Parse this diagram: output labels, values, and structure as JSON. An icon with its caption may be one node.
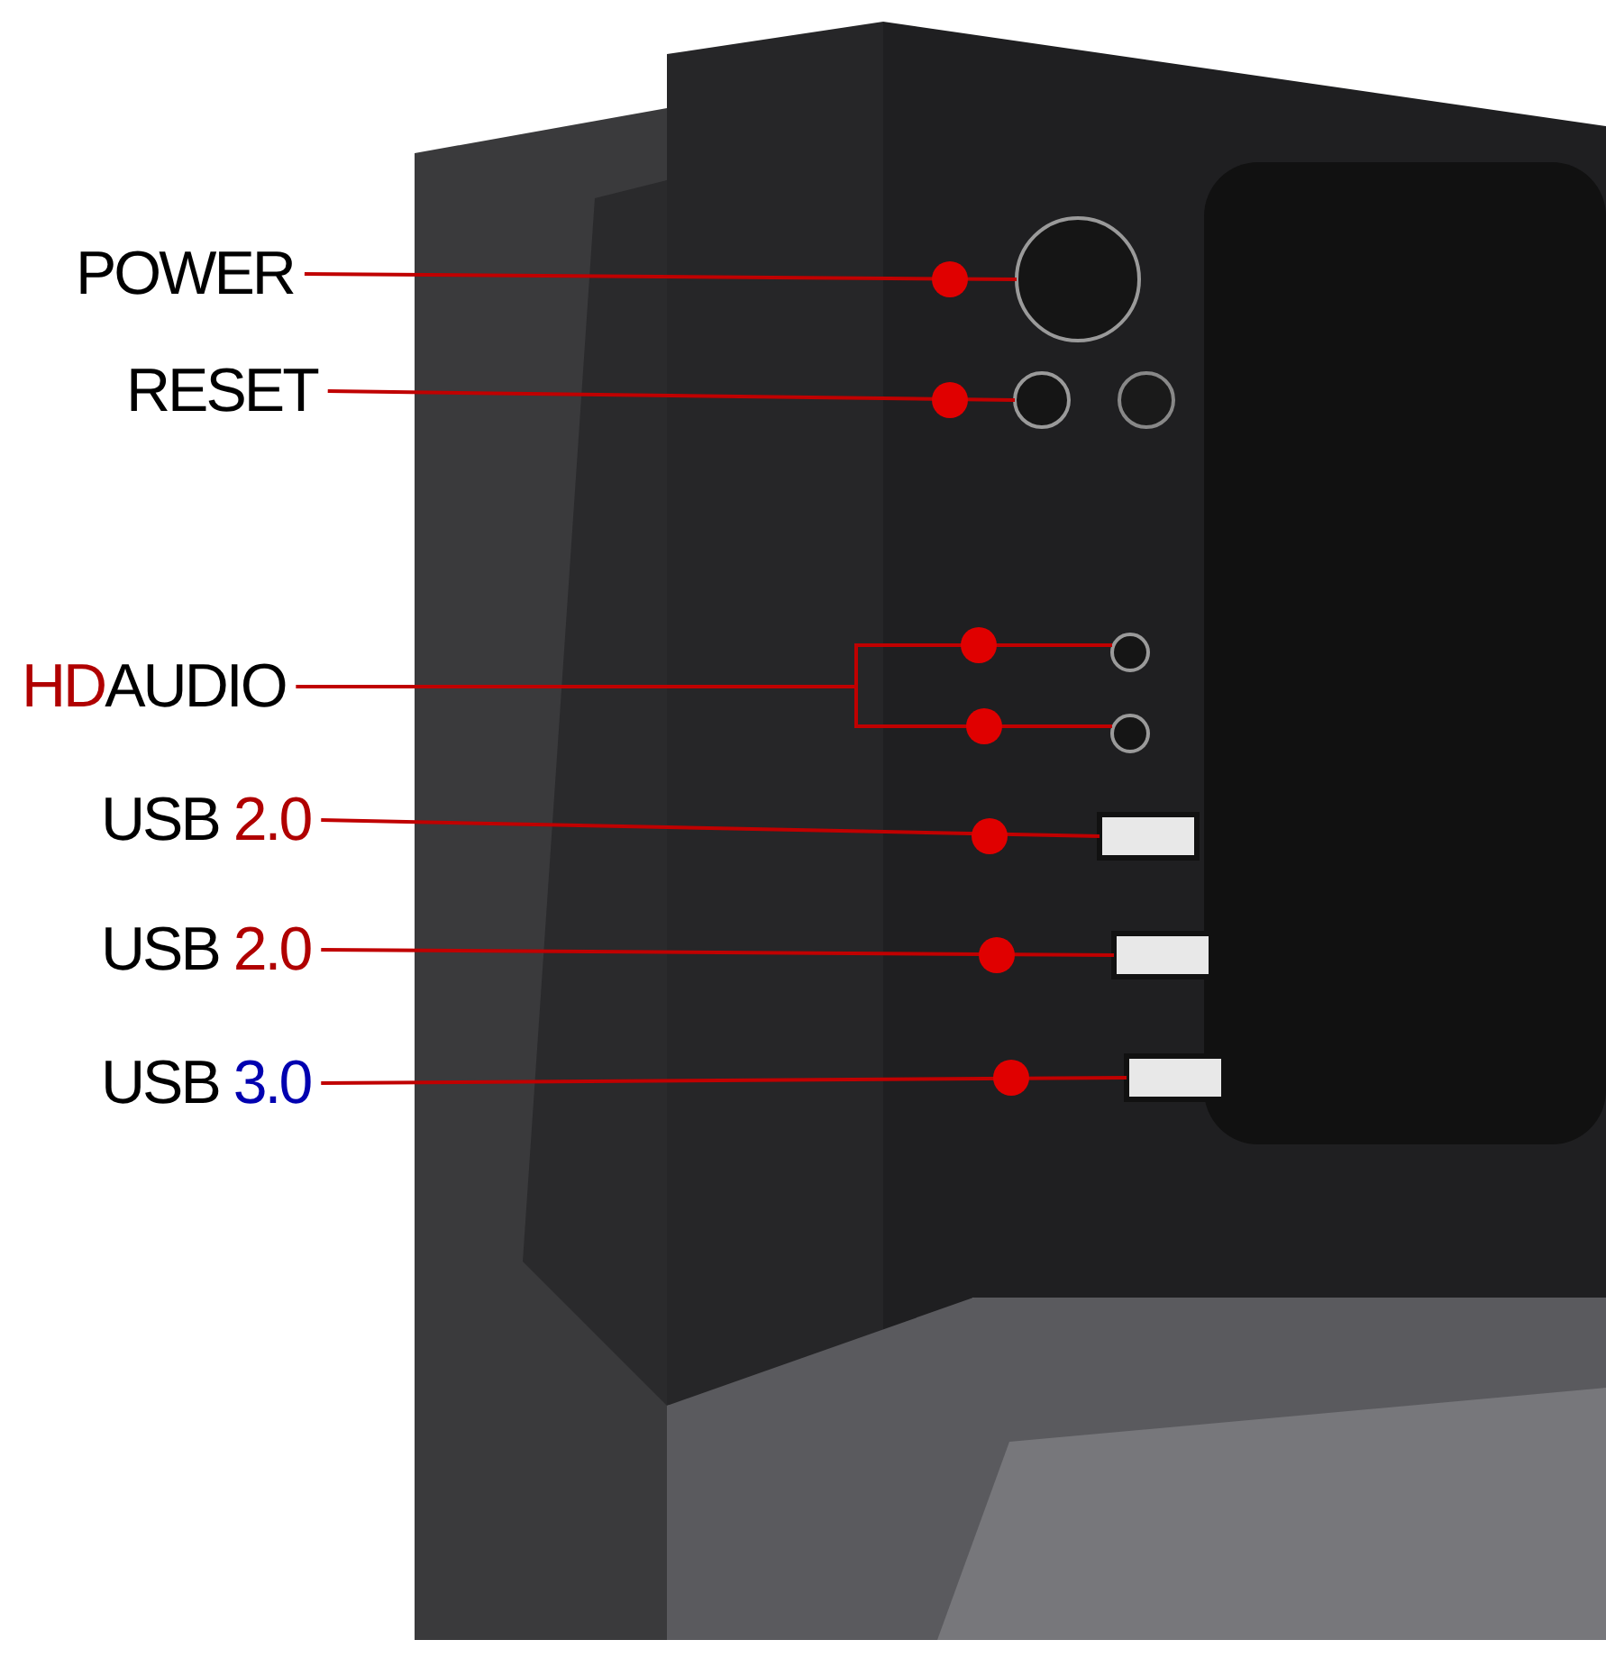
{
  "diagram": {
    "nodes": [
      {
        "text": [
          "POWER"
        ]
      },
      {
        "text": [
          "RESET"
        ]
      },
      {
        "text": [
          "HD",
          "AUDIO"
        ]
      },
      {
        "text": [
          "USB",
          "2.0"
        ]
      },
      {
        "text": [
          "USB",
          "2.0"
        ]
      },
      {
        "text": [
          "USB",
          "3.0"
        ]
      },
      {
        "text": [],
        "shape": "circle"
      },
      {
        "text": [],
        "shape": "circle"
      },
      {
        "text": [],
        "shape": "circle"
      },
      {
        "text": [],
        "shape": "circle"
      },
      {
        "text": [],
        "shape": "box"
      },
      {
        "text": [],
        "shape": "box"
      },
      {
        "text": [],
        "shape": "box"
      }
    ],
    "edges": [
      {
        "from": 0,
        "to": 6,
        "arrow": "none"
      },
      {
        "from": 1,
        "to": 7,
        "arrow": "none"
      },
      {
        "from": 2,
        "to": 8,
        "arrow": "none"
      },
      {
        "from": 2,
        "to": 9,
        "arrow": "none"
      },
      {
        "from": 3,
        "to": 10,
        "arrow": "none"
      },
      {
        "from": 4,
        "to": 11,
        "arrow": "none"
      },
      {
        "from": 5,
        "to": 12,
        "arrow": "none"
      }
    ]
  }
}
